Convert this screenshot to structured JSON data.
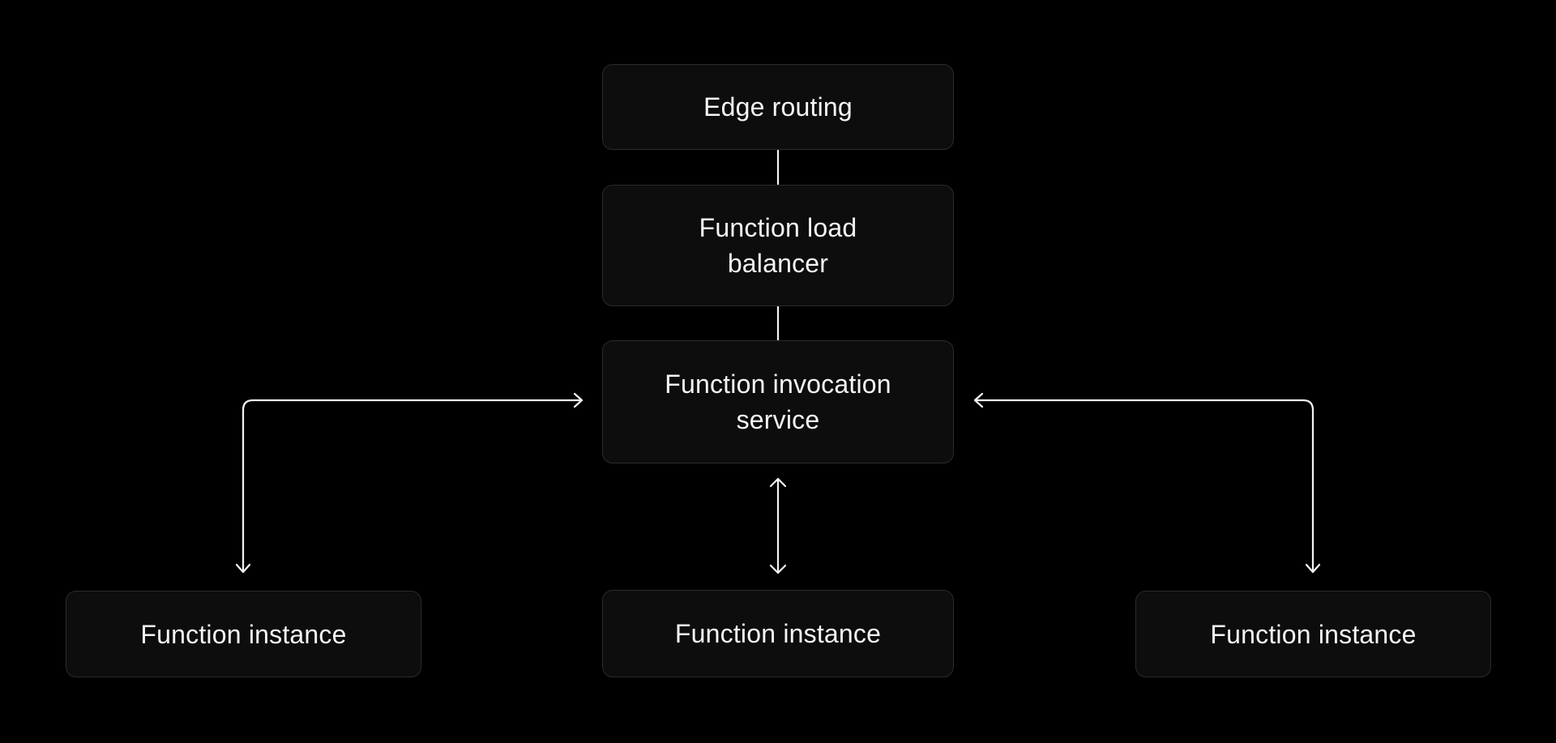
{
  "diagram": {
    "nodes": [
      {
        "id": "edge-routing",
        "label": "Edge routing"
      },
      {
        "id": "function-load-balancer",
        "label": "Function load\nbalancer"
      },
      {
        "id": "function-invocation-service",
        "label": "Function invocation\nservice"
      },
      {
        "id": "function-instance-left",
        "label": "Function instance"
      },
      {
        "id": "function-instance-middle",
        "label": "Function instance"
      },
      {
        "id": "function-instance-right",
        "label": "Function instance"
      }
    ],
    "edges": [
      {
        "from": "edge-routing",
        "to": "function-load-balancer",
        "style": "plain-line"
      },
      {
        "from": "function-load-balancer",
        "to": "function-invocation-service",
        "style": "plain-line"
      },
      {
        "from": "function-invocation-service",
        "to": "function-instance-middle",
        "style": "vertical-double-arrow"
      },
      {
        "from": "function-instance-left",
        "to": "function-invocation-service",
        "style": "elbow-double-arrow"
      },
      {
        "from": "function-instance-right",
        "to": "function-invocation-service",
        "style": "elbow-double-arrow"
      }
    ],
    "colors": {
      "background": "#000000",
      "node_fill": "#0d0d0d",
      "node_border": "#2b2b2b",
      "text": "#f5f5f5",
      "line": "#f2f2f2"
    }
  }
}
